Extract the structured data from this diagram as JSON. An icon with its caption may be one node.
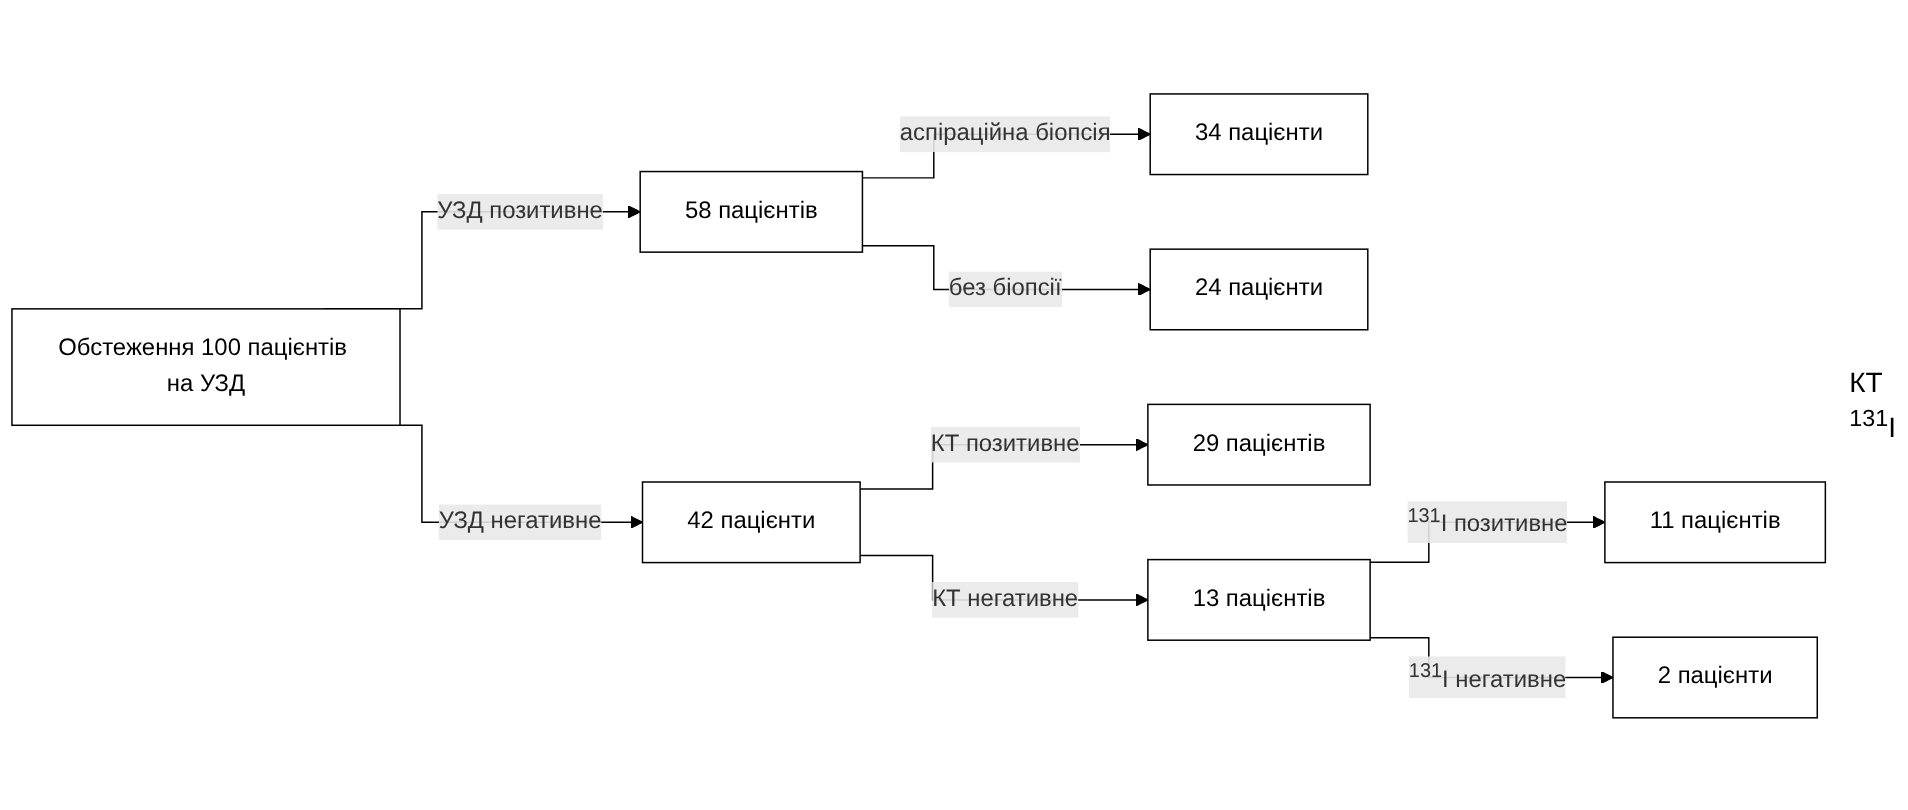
{
  "diagram": {
    "nodes": [
      {
        "text": [
          "Обстеження 100 пацієнтів на УЗД"
        ]
      },
      {
        "text": [
          "58 пацієнтів"
        ]
      },
      {
        "text": [
          "34 пацієнти"
        ]
      },
      {
        "text": [
          "24 пацієнти"
        ]
      },
      {
        "text": [
          "42 пацієнти"
        ]
      },
      {
        "text": [
          "29 пацієнтів"
        ]
      },
      {
        "text": [
          "13 пацієнтів"
        ]
      },
      {
        "text": [
          "11 пацієнтів"
        ]
      },
      {
        "text": [
          "2 пацієнти"
        ]
      }
    ],
    "edges": [
      {
        "from": 0,
        "to": 1,
        "arrow": "to",
        "label": "УЗД позитивне"
      },
      {
        "from": 0,
        "to": 4,
        "arrow": "to",
        "label": "УЗД негативне"
      },
      {
        "from": 1,
        "to": 2,
        "arrow": "to",
        "label": "аспіраційна біопсія"
      },
      {
        "from": 1,
        "to": 3,
        "arrow": "to",
        "label": "без біопсії"
      },
      {
        "from": 4,
        "to": 5,
        "arrow": "to",
        "label": "КТ позитивне"
      },
      {
        "from": 4,
        "to": 6,
        "arrow": "to",
        "label": "КТ негативне"
      },
      {
        "from": 6,
        "to": 7,
        "arrow": "to",
        "label": "$^{131}$I позитивне"
      },
      {
        "from": 6,
        "to": 8,
        "arrow": "to",
        "label": "$^{131}$I негативне"
      }
    ],
    "labels": [
      "КТ",
      "$^{131}$I"
    ]
  }
}
